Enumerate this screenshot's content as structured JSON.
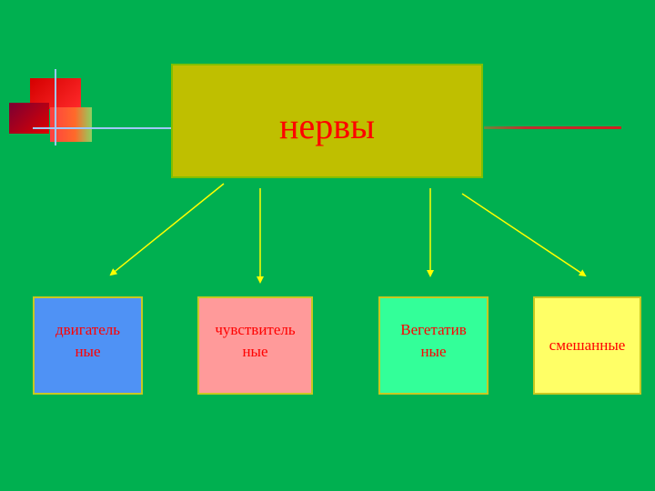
{
  "title": "нервы",
  "nodes": [
    {
      "label": "двигатель\nные"
    },
    {
      "label": "чувствитель\nные"
    },
    {
      "label": "Вегетатив\nные"
    },
    {
      "label": "смешанные"
    }
  ],
  "colors": {
    "background": "#00b050",
    "title_box": "#bfbf00",
    "text": "#ff0000",
    "arrow": "#ffff00",
    "motor": "#4f92f5",
    "sensory": "#ff9a9a",
    "autonomic": "#33ff99",
    "mixed": "#ffff66"
  }
}
